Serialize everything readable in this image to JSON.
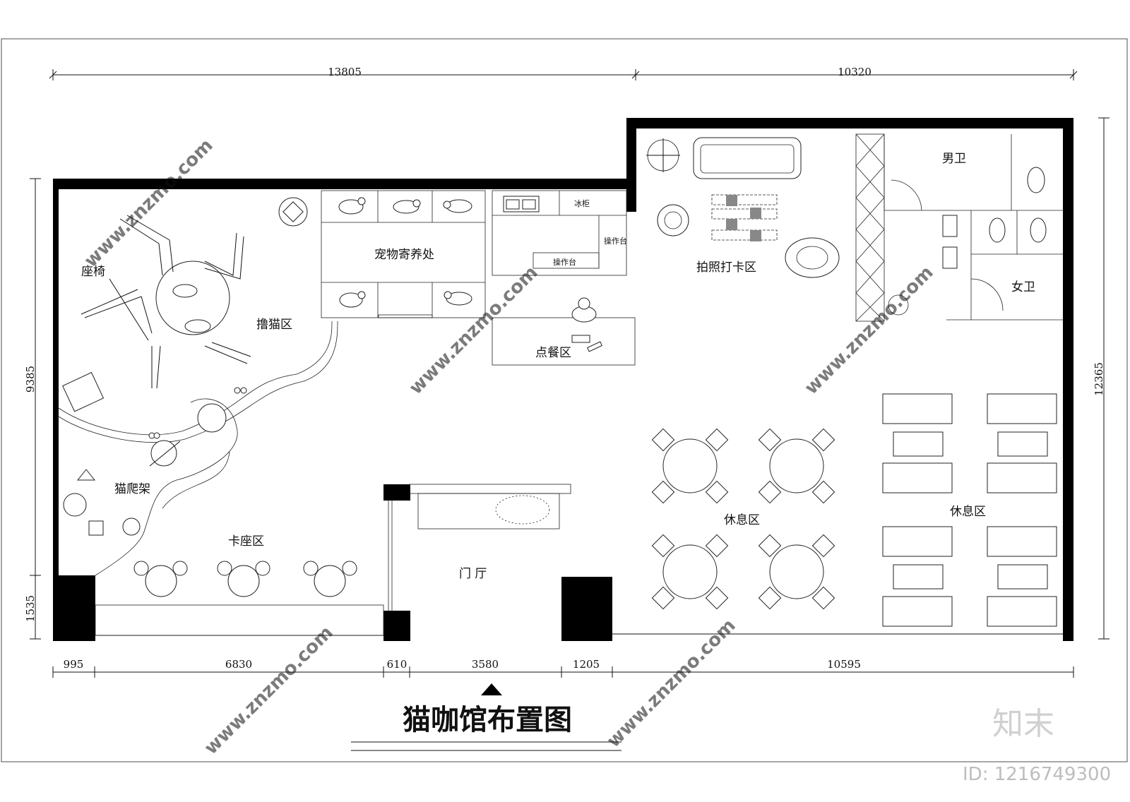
{
  "title": "猫咖馆布置图",
  "brand": "知末",
  "image_id": "ID: 1216749300",
  "watermark": "www.znzmo.com",
  "dimensions": {
    "top_left": "13805",
    "top_right": "10320",
    "left_upper": "9385",
    "left_lower": "1535",
    "right": "12365",
    "bottom": [
      "995",
      "6830",
      "610",
      "3580",
      "1205",
      "10595"
    ]
  },
  "rooms": {
    "seating": "座椅",
    "petting": "撸猫区",
    "pet_boarding": "宠物寄养处",
    "cat_tree": "猫爬架",
    "booth": "卡座区",
    "foyer": "门 厅",
    "ordering": "点餐区",
    "counter_1": "操作台",
    "counter_2": "操作台",
    "sink": "冰柜",
    "photo": "拍照打卡区",
    "mens_wc": "男卫",
    "womens_wc": "女卫",
    "lounge_1": "休息区",
    "lounge_2": "休息区"
  }
}
